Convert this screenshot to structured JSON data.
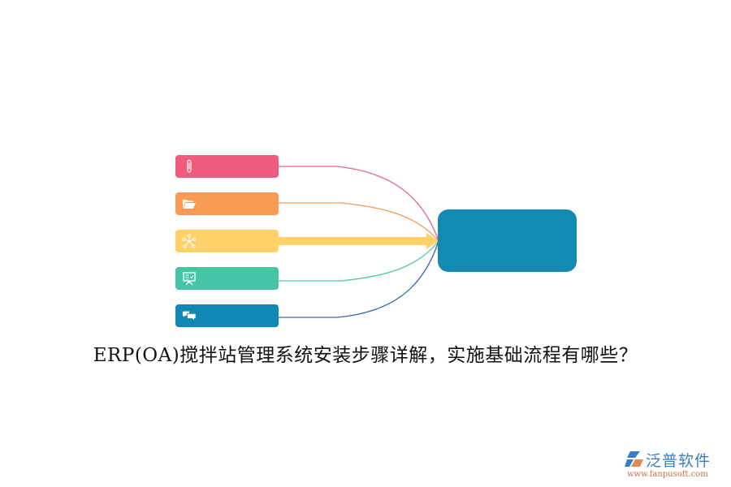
{
  "diagram": {
    "type": "fan-in mind map",
    "title": "ERP(OA)搅拌站管理系统安装步骤详解，实施基础流程有哪些？",
    "left_nodes": [
      {
        "icon": "paperclip-icon",
        "label": "",
        "color": "#f05c7e",
        "line_color": "#e8628a"
      },
      {
        "icon": "folder-open-icon",
        "label": "",
        "color": "#f99a55",
        "line_color": "#f29a5c"
      },
      {
        "icon": "network-hub-icon",
        "label": "",
        "color": "#ffd166",
        "line_color": "#ffd166",
        "arrow": "thick"
      },
      {
        "icon": "presentation-board-icon",
        "label": "",
        "color": "#45c5a6",
        "line_color": "#52c5a8"
      },
      {
        "icon": "chat-bubbles-icon",
        "label": "",
        "color": "#1187b4",
        "line_color": "#3f66a8"
      }
    ],
    "center_node": {
      "label": "",
      "color": "#128ab4"
    }
  },
  "watermark": {
    "brand": "泛普软件",
    "url": "www.fanpusoft.com",
    "brand_color": "#3a7ec2",
    "url_color": "#c9704a"
  }
}
